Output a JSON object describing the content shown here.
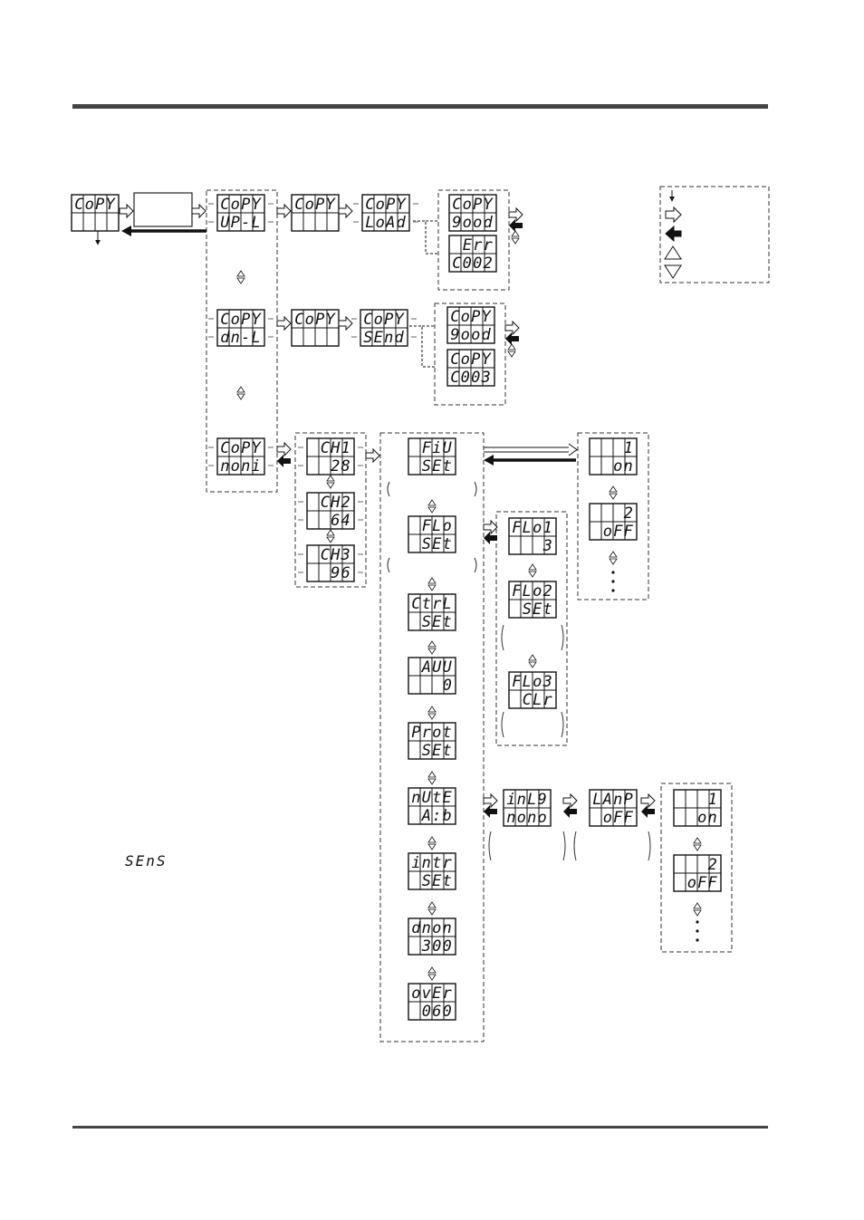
{
  "diagram": {
    "copy": {
      "top": "CoPY",
      "bottom": ""
    },
    "upload": {
      "top": "CoPY",
      "bottom": "UP-L"
    },
    "upload_blank": {
      "top": "CoPY",
      "bottom": ""
    },
    "upload_load": {
      "top": "CoPY",
      "bottom": "LoAd"
    },
    "upload_good": {
      "top": "CoPY",
      "bottom": "9ood"
    },
    "upload_err": {
      "top": "Err",
      "bottom": "C002"
    },
    "download": {
      "top": "CoPY",
      "bottom": "dn-L"
    },
    "download_blank": {
      "top": "CoPY",
      "bottom": ""
    },
    "download_send": {
      "top": "CoPY",
      "bottom": "SEnd"
    },
    "download_good": {
      "top": "CoPY",
      "bottom": "9ood"
    },
    "download_err": {
      "top": "CoPY",
      "bottom": "C003"
    },
    "monitor": {
      "top": "CoPY",
      "bottom": "noni"
    },
    "channels": [
      {
        "top": "CH1",
        "bottom": "28"
      },
      {
        "top": "CH2",
        "bottom": "64"
      },
      {
        "top": "CH3",
        "bottom": "96"
      }
    ],
    "menu": [
      {
        "top": "FiU",
        "bottom": "SEt"
      },
      {
        "top": "FLo",
        "bottom": "SEt"
      },
      {
        "top": "CtrL",
        "bottom": "SEt"
      },
      {
        "top": "AUU",
        "bottom": "0"
      },
      {
        "top": "Prot",
        "bottom": "SEt"
      },
      {
        "top": "nUtE",
        "bottom": "A:b"
      },
      {
        "top": "intr",
        "bottom": "SEt"
      },
      {
        "top": "dnon",
        "bottom": "300"
      },
      {
        "top": "ovEr",
        "bottom": "060"
      }
    ],
    "flo_items": [
      {
        "top": "FLo1",
        "bottom": "3"
      },
      {
        "top": "FLo2",
        "bottom": "SEt"
      },
      {
        "top": "FLo3",
        "bottom": "CLr"
      }
    ],
    "fiu_items": [
      {
        "top": "1",
        "bottom": "on"
      },
      {
        "top": "2",
        "bottom": "oFF"
      }
    ],
    "inlg": {
      "top": "inL9",
      "bottom": "nono"
    },
    "lamp": {
      "top": "LAnP",
      "bottom": "oFF"
    },
    "lamp_items": [
      {
        "top": "1",
        "bottom": "on"
      },
      {
        "top": "2",
        "bottom": "oFF"
      }
    ],
    "side_label": "SEnS"
  }
}
